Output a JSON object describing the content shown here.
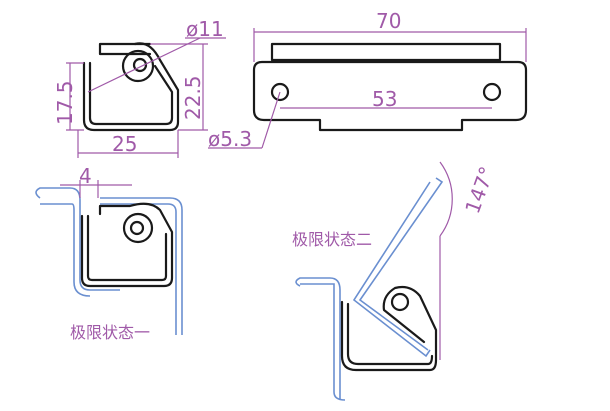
{
  "dimensions": {
    "hole_dia": "ø11",
    "height_small": "17.5",
    "height_large": "22.5",
    "width": "25",
    "mount_hole_dia": "ø5.3",
    "overall_length": "70",
    "hole_spacing": "53",
    "thickness": "4",
    "angle": "147°"
  },
  "labels": {
    "limit_state_1": "极限状态一",
    "limit_state_2": "极限状态二"
  },
  "colors": {
    "dimension": "#a05aa8",
    "mating_part": "#6a8fd0",
    "part": "#1a1a1a"
  }
}
